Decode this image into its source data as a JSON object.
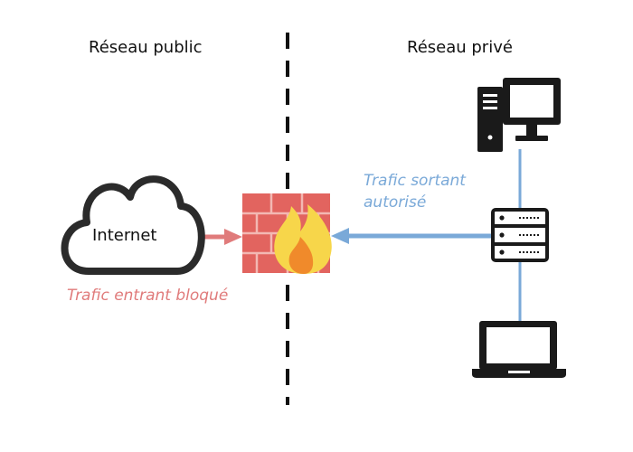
{
  "zones": {
    "public": "Réseau public",
    "private": "Réseau privé"
  },
  "internet_label": "Internet",
  "inbound": {
    "label": "Trafic entrant bloqué",
    "color": "#e07b7b"
  },
  "outbound": {
    "label_line1": "Trafic sortant",
    "label_line2": "autorisé",
    "color": "#7aa9d8"
  },
  "firewall": {
    "brick_color": "#e2645f",
    "mortar_color": "#f3b8b3",
    "flame_outer": "#f7d64a",
    "flame_inner": "#f08a2b"
  },
  "icons": [
    "cloud-icon",
    "firewall-icon",
    "desktop-computer-icon",
    "server-icon",
    "laptop-icon"
  ],
  "outline_color": "#222222"
}
